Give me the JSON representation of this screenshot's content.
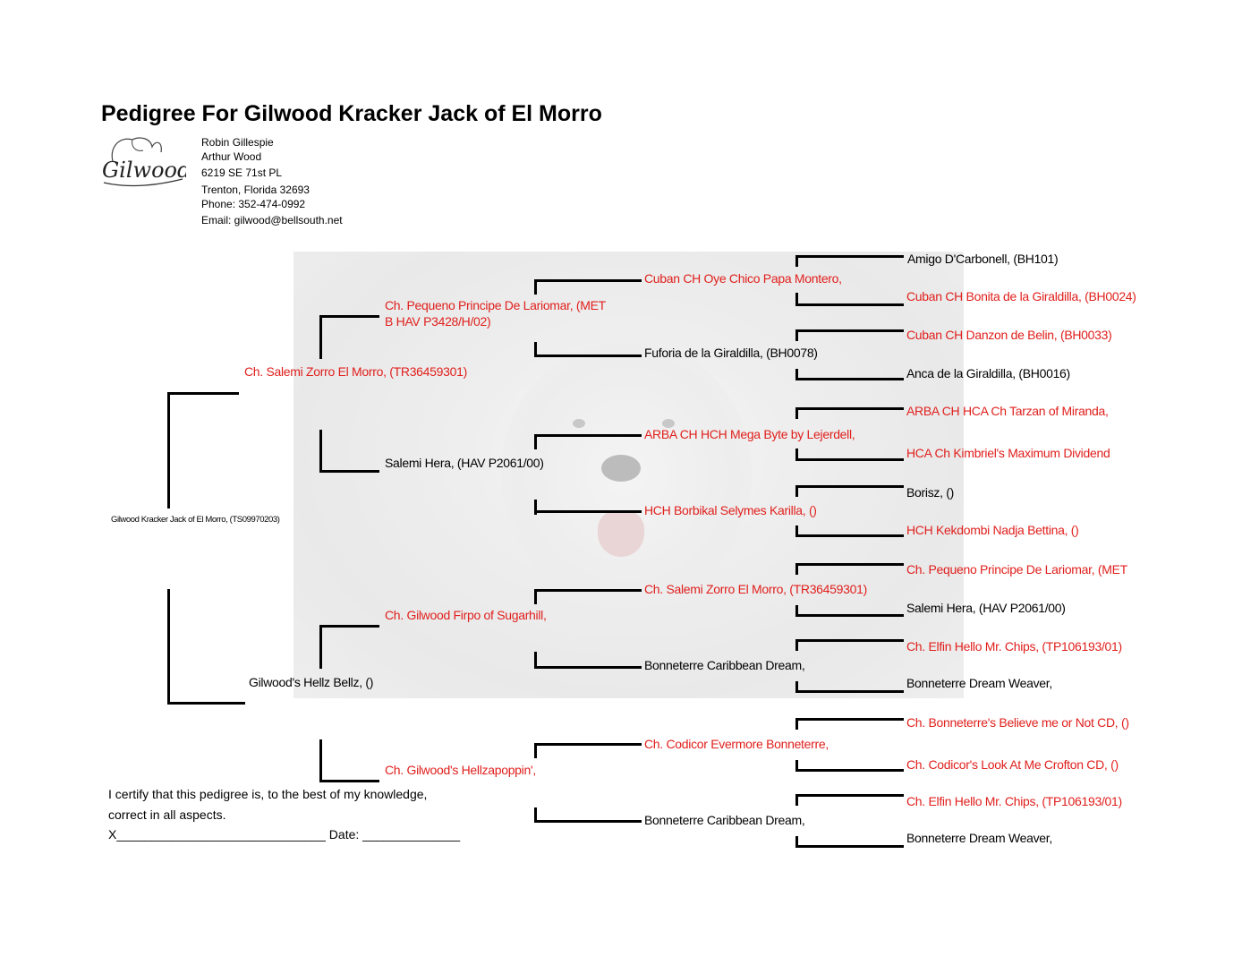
{
  "title": "Pedigree For Gilwood Kracker Jack of El Morro",
  "contact": {
    "line1": "Robin Gillespie",
    "line2": "Arthur Wood",
    "line3": "6219 SE 71st PL",
    "line4": "Trenton, Florida 32693",
    "line5": "Phone: 352-474-0992",
    "line6": "Email: gilwood@bellsouth.net"
  },
  "logo_text": "Gilwood",
  "subject": "Gilwood Kracker Jack of El Morro, (TS09970203)",
  "gen1": {
    "sire": "Ch. Salemi Zorro El Morro, (TR36459301)",
    "dam": "Gilwood's Hellz Bellz, ()"
  },
  "gen2": {
    "sire_sire_l1": "Ch. Pequeno Principe De Lariomar, (MET",
    "sire_sire_l2": "B HAV P3428/H/02)",
    "sire_dam": "Salemi Hera, (HAV P2061/00)",
    "dam_sire": "Ch. Gilwood Firpo of Sugarhill,",
    "dam_dam": "Ch. Gilwood's Hellzapoppin',"
  },
  "gen3": {
    "a": "Cuban CH Oye Chico Papa Montero,",
    "b": "Fuforia de la Giraldilla, (BH0078)",
    "c": "ARBA CH HCH Mega Byte by Lejerdell,",
    "d": "HCH Borbikal Selymes Karilla, ()",
    "e": "Ch. Salemi Zorro El Morro, (TR36459301)",
    "f": "Bonneterre Caribbean Dream,",
    "g": "Ch. Codicor Evermore Bonneterre,",
    "h": "Bonneterre Caribbean Dream,"
  },
  "gen4": {
    "a1": "Amigo D'Carbonell, (BH101)",
    "a2": "Cuban CH Bonita de la Giraldilla, (BH0024)",
    "b1": "Cuban CH Danzon de Belin, (BH0033)",
    "b2": "Anca de la Giraldilla, (BH0016)",
    "c1": "ARBA CH HCA Ch Tarzan of Miranda,",
    "c2": "HCA Ch Kimbriel's Maximum Dividend",
    "d1": "Borisz, ()",
    "d2": "HCH Kekdombi Nadja Bettina, ()",
    "e1": "Ch. Pequeno Principe De Lariomar, (MET",
    "e2": "Salemi Hera, (HAV P2061/00)",
    "f1": "Ch. Elfin Hello Mr. Chips, (TP106193/01)",
    "f2": "Bonneterre Dream Weaver,",
    "g1": "Ch. Bonneterre's Believe me or Not CD, ()",
    "g2": "Ch. Codicor's Look At Me Crofton CD, ()",
    "h1": "Ch. Elfin Hello Mr. Chips, (TP106193/01)",
    "h2": "Bonneterre Dream Weaver,"
  },
  "certification": {
    "line1": "I certify that this pedigree is, to the best of my knowledge,",
    "line2": "correct in all aspects.",
    "line3": "X______________________________ Date: ______________"
  },
  "colors": {
    "champion": "#e0201d",
    "normal": "#000000"
  }
}
